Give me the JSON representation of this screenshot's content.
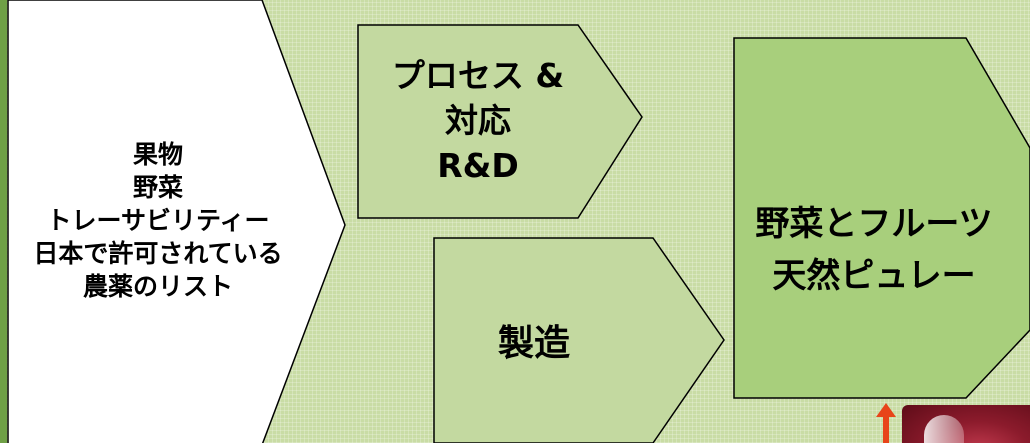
{
  "colors": {
    "background": "#c9dca5",
    "band": "#6fa046",
    "input_fill": "#ffffff",
    "process_fill": "#c3d9a0",
    "output_fill": "#a8cf7c",
    "outline": "#000000",
    "arrow": "#e8441a"
  },
  "input_box": {
    "lines": [
      "果物",
      "野菜",
      "トレーサビリティー",
      "日本で許可されている",
      "農薬のリスト"
    ]
  },
  "rd_box": {
    "lines": [
      "プロセス &",
      "対応",
      "R&D"
    ]
  },
  "manufacturing_box": {
    "label": "製造"
  },
  "output_box": {
    "lines": [
      "野菜とフルーツ",
      "天然ピュレー"
    ]
  },
  "decorations": {
    "arrow_icon": "up-arrow-icon",
    "photo": "red-product-photo"
  }
}
